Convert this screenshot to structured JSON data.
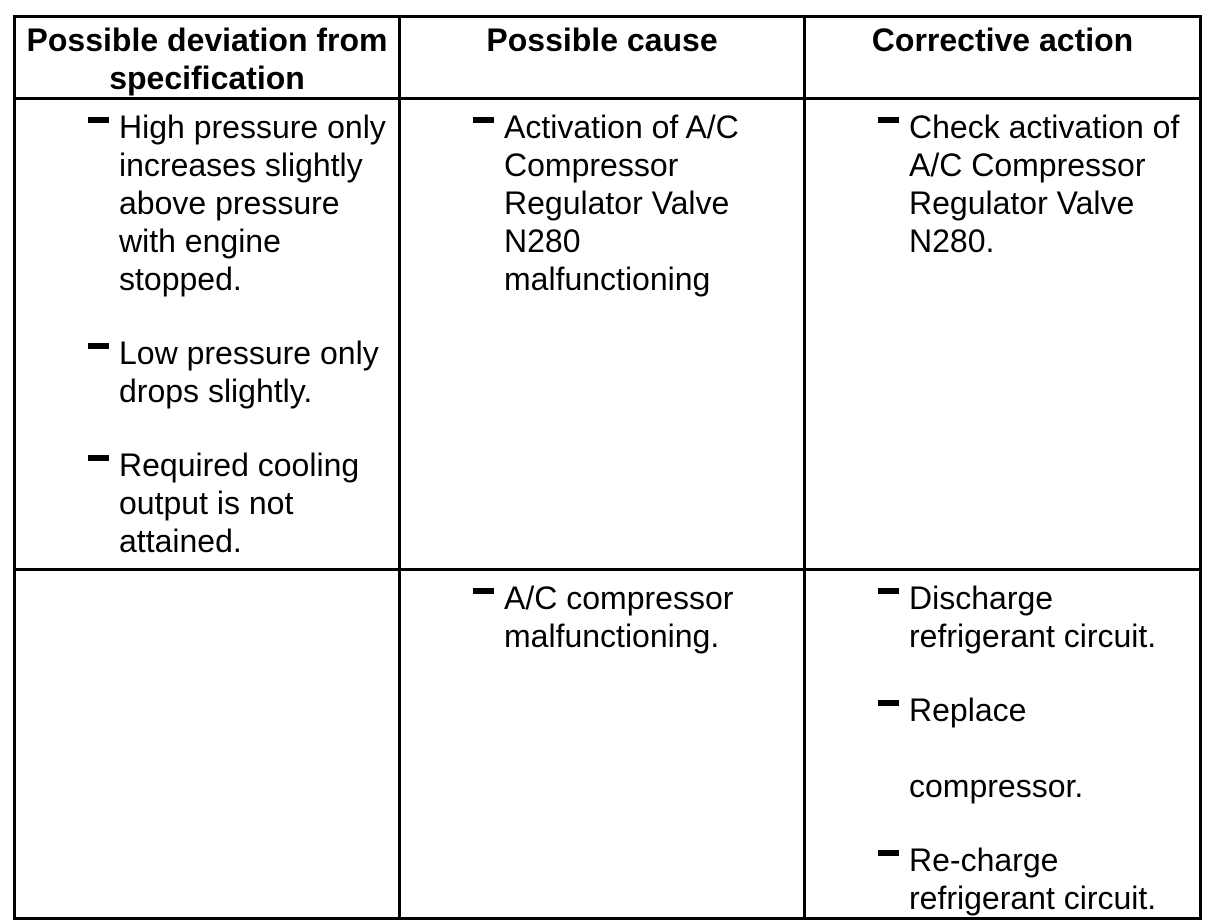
{
  "page": {
    "background_color": "#ffffff",
    "text_color": "#000000",
    "border_color": "#000000"
  },
  "table": {
    "headers": {
      "deviation": "Possible deviation from\nspecification",
      "cause": "Possible cause",
      "action": "Corrective action"
    },
    "rows": [
      {
        "deviation": [
          "High pressure only\nincreases slightly\nabove pressure\nwith engine\nstopped.",
          "Low pressure only\ndrops slightly.",
          "Required cooling\noutput is not\nattained."
        ],
        "cause": [
          "Activation of A/C\nCompressor\nRegulator Valve\nN280\nmalfunctioning"
        ],
        "action": [
          "Check activation of\nA/C Compressor\nRegulator Valve\nN280."
        ]
      },
      {
        "deviation": [],
        "cause": [
          "A/C compressor\nmalfunctioning."
        ],
        "action": [
          "Discharge\nrefrigerant circuit.",
          "Replace\n\ncompressor.",
          "Re-charge\nrefrigerant circuit."
        ]
      }
    ]
  }
}
